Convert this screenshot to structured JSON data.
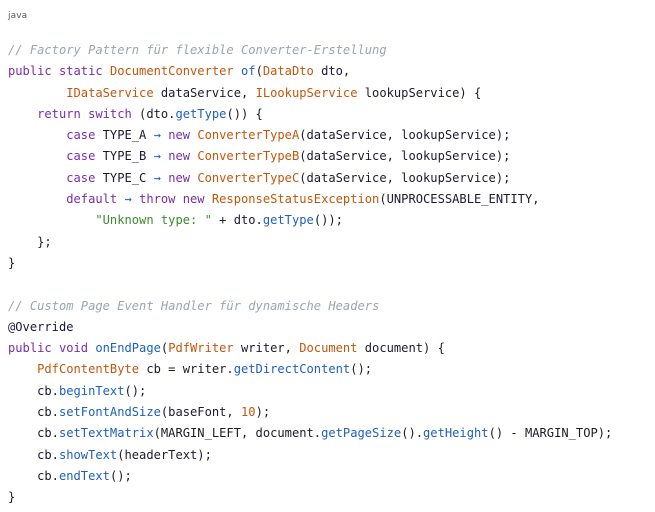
{
  "language": "java",
  "colors": {
    "keyword": "#7a2da8",
    "type": "#c2570c",
    "function": "#1f5fbf",
    "string": "#3c8a2e",
    "comment": "#9ba4b5",
    "plain": "#1b1b2f"
  },
  "code_lines": [
    [
      [
        "comment",
        "// Factory Pattern für flexible Converter-Erstellung"
      ]
    ],
    [
      [
        "kw",
        "public static "
      ],
      [
        "type",
        "DocumentConverter"
      ],
      [
        "plain",
        " "
      ],
      [
        "fn",
        "of"
      ],
      [
        "plain",
        "("
      ],
      [
        "type",
        "DataDto"
      ],
      [
        "plain",
        " dto,"
      ]
    ],
    [
      [
        "plain",
        "        "
      ],
      [
        "type",
        "IDataService"
      ],
      [
        "plain",
        " dataService, "
      ],
      [
        "type",
        "ILookupService"
      ],
      [
        "plain",
        " lookupService) {"
      ]
    ],
    [
      [
        "plain",
        "    "
      ],
      [
        "kw",
        "return switch"
      ],
      [
        "plain",
        " (dto."
      ],
      [
        "fn",
        "getType"
      ],
      [
        "plain",
        "()) {"
      ]
    ],
    [
      [
        "plain",
        "        "
      ],
      [
        "kw",
        "case"
      ],
      [
        "plain",
        " TYPE_A "
      ],
      [
        "op",
        "→"
      ],
      [
        "plain",
        " "
      ],
      [
        "kw",
        "new"
      ],
      [
        "plain",
        " "
      ],
      [
        "type",
        "ConverterTypeA"
      ],
      [
        "plain",
        "(dataService, lookupService);"
      ]
    ],
    [
      [
        "plain",
        "        "
      ],
      [
        "kw",
        "case"
      ],
      [
        "plain",
        " TYPE_B "
      ],
      [
        "op",
        "→"
      ],
      [
        "plain",
        " "
      ],
      [
        "kw",
        "new"
      ],
      [
        "plain",
        " "
      ],
      [
        "type",
        "ConverterTypeB"
      ],
      [
        "plain",
        "(dataService, lookupService);"
      ]
    ],
    [
      [
        "plain",
        "        "
      ],
      [
        "kw",
        "case"
      ],
      [
        "plain",
        " TYPE_C "
      ],
      [
        "op",
        "→"
      ],
      [
        "plain",
        " "
      ],
      [
        "kw",
        "new"
      ],
      [
        "plain",
        " "
      ],
      [
        "type",
        "ConverterTypeC"
      ],
      [
        "plain",
        "(dataService, lookupService);"
      ]
    ],
    [
      [
        "plain",
        "        "
      ],
      [
        "kw",
        "default"
      ],
      [
        "plain",
        " "
      ],
      [
        "op",
        "→"
      ],
      [
        "plain",
        " "
      ],
      [
        "kw",
        "throw new"
      ],
      [
        "plain",
        " "
      ],
      [
        "type",
        "ResponseStatusException"
      ],
      [
        "plain",
        "(UNPROCESSABLE_ENTITY,"
      ]
    ],
    [
      [
        "plain",
        "            "
      ],
      [
        "str",
        "\"Unknown type: \""
      ],
      [
        "plain",
        " + dto."
      ],
      [
        "fn",
        "getType"
      ],
      [
        "plain",
        "());"
      ]
    ],
    [
      [
        "plain",
        "    };"
      ]
    ],
    [
      [
        "plain",
        "}"
      ]
    ],
    [
      [
        "plain",
        ""
      ]
    ],
    [
      [
        "comment",
        "// Custom Page Event Handler für dynamische Headers"
      ]
    ],
    [
      [
        "anno",
        "@Override"
      ]
    ],
    [
      [
        "kw",
        "public void "
      ],
      [
        "fn",
        "onEndPage"
      ],
      [
        "plain",
        "("
      ],
      [
        "type",
        "PdfWriter"
      ],
      [
        "plain",
        " writer, "
      ],
      [
        "type",
        "Document"
      ],
      [
        "plain",
        " document) {"
      ]
    ],
    [
      [
        "plain",
        "    "
      ],
      [
        "type",
        "PdfContentByte"
      ],
      [
        "plain",
        " cb = writer."
      ],
      [
        "fn",
        "getDirectContent"
      ],
      [
        "plain",
        "();"
      ]
    ],
    [
      [
        "plain",
        "    cb."
      ],
      [
        "fn",
        "beginText"
      ],
      [
        "plain",
        "();"
      ]
    ],
    [
      [
        "plain",
        "    cb."
      ],
      [
        "fn",
        "setFontAndSize"
      ],
      [
        "plain",
        "(baseFont, "
      ],
      [
        "num",
        "10"
      ],
      [
        "plain",
        ");"
      ]
    ],
    [
      [
        "plain",
        "    cb."
      ],
      [
        "fn",
        "setTextMatrix"
      ],
      [
        "plain",
        "(MARGIN_LEFT, document."
      ],
      [
        "fn",
        "getPageSize"
      ],
      [
        "plain",
        "()."
      ],
      [
        "fn",
        "getHeight"
      ],
      [
        "plain",
        "() - MARGIN_TOP);"
      ]
    ],
    [
      [
        "plain",
        "    cb."
      ],
      [
        "fn",
        "showText"
      ],
      [
        "plain",
        "(headerText);"
      ]
    ],
    [
      [
        "plain",
        "    cb."
      ],
      [
        "fn",
        "endText"
      ],
      [
        "plain",
        "();"
      ]
    ],
    [
      [
        "plain",
        "}"
      ]
    ]
  ]
}
